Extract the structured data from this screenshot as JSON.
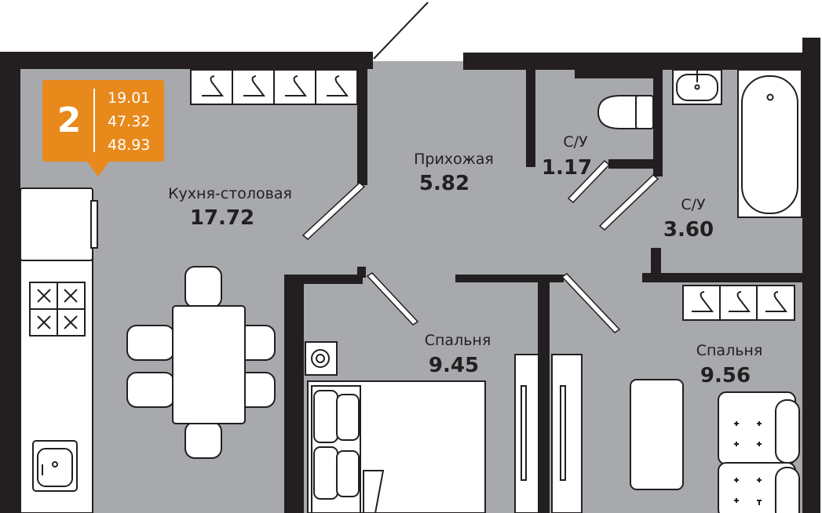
{
  "colors": {
    "floor": "#a7a9ac",
    "wall": "#231f20",
    "badge": "#e8891c"
  },
  "badge": {
    "rooms": "2",
    "living_area": "19.01",
    "total_area": "47.32",
    "total_area_with_balcony": "48.93"
  },
  "rooms": [
    {
      "name": "Кухня-столовая",
      "area": "17.72"
    },
    {
      "name": "Прихожая",
      "area": "5.82"
    },
    {
      "name": "С/У",
      "area": "1.17"
    },
    {
      "name": "С/У",
      "area": "3.60"
    },
    {
      "name": "Спальня",
      "area": "9.45"
    },
    {
      "name": "Спальня",
      "area": "9.56"
    }
  ]
}
